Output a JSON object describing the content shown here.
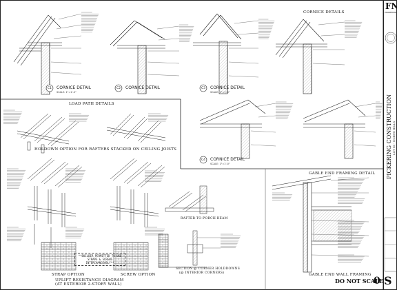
{
  "titles": {
    "cornice_1": "CORNICE DETAIL",
    "cornice_2": "CORNICE DETAIL",
    "cornice_3": "CORNICE DETAIL",
    "cornice_top_right": "CORNICE DETAILS",
    "load_path": "LOAD PATH DETAILS",
    "holddown": "HOLDOWN OPTION FOR RAFTERS STACKED ON CEILING JOISTS",
    "uplift": "UPLIFT RESISTANCE DIAGRAM",
    "uplift_sub": "(AT EXTERIOR 2-STORY WALL)",
    "strap": "STRAP OPTION",
    "screw": "SCREW OPTION",
    "rafter_beam": "RAFTER-TO-PORCH BEAM",
    "corner_holddowns": "SECTION @ CORNER HOLDDOWNS",
    "corner_holddowns_sub": "(@ INTERIOR CORNERS)",
    "gable_end": "GABLE END FRAMING DETAIL",
    "gable_wall": "GABLE END WALL FRAMING",
    "builder_note": "**BUILDER PERMITTED TO USE STRAPS & SCREWS INTERCHANGEABLY**"
  },
  "scale_labels": {
    "s1": "SCALE: 1\"=1'-0\"",
    "s2": "SCALE: 1\"=1'-0\"",
    "s3": "SCALE: 1\"=1'-0\""
  },
  "detail_markers": {
    "c1": "C1",
    "c2": "C2",
    "c3": "C3",
    "c4": "C4"
  },
  "title_block": {
    "firm": "FN",
    "firm_sub": "ENGINEERING",
    "project": "PICKERING CONSTRUCTION",
    "location": "LOT 96 - NORTH HILLS",
    "do_not_scale": "DO NOT SCALE",
    "sheet_prefix": "0",
    "sheet_letter": "S"
  },
  "colors": {
    "line": "#222222",
    "light": "#666666",
    "hatch": "#888888",
    "panel": "#ffffff"
  }
}
